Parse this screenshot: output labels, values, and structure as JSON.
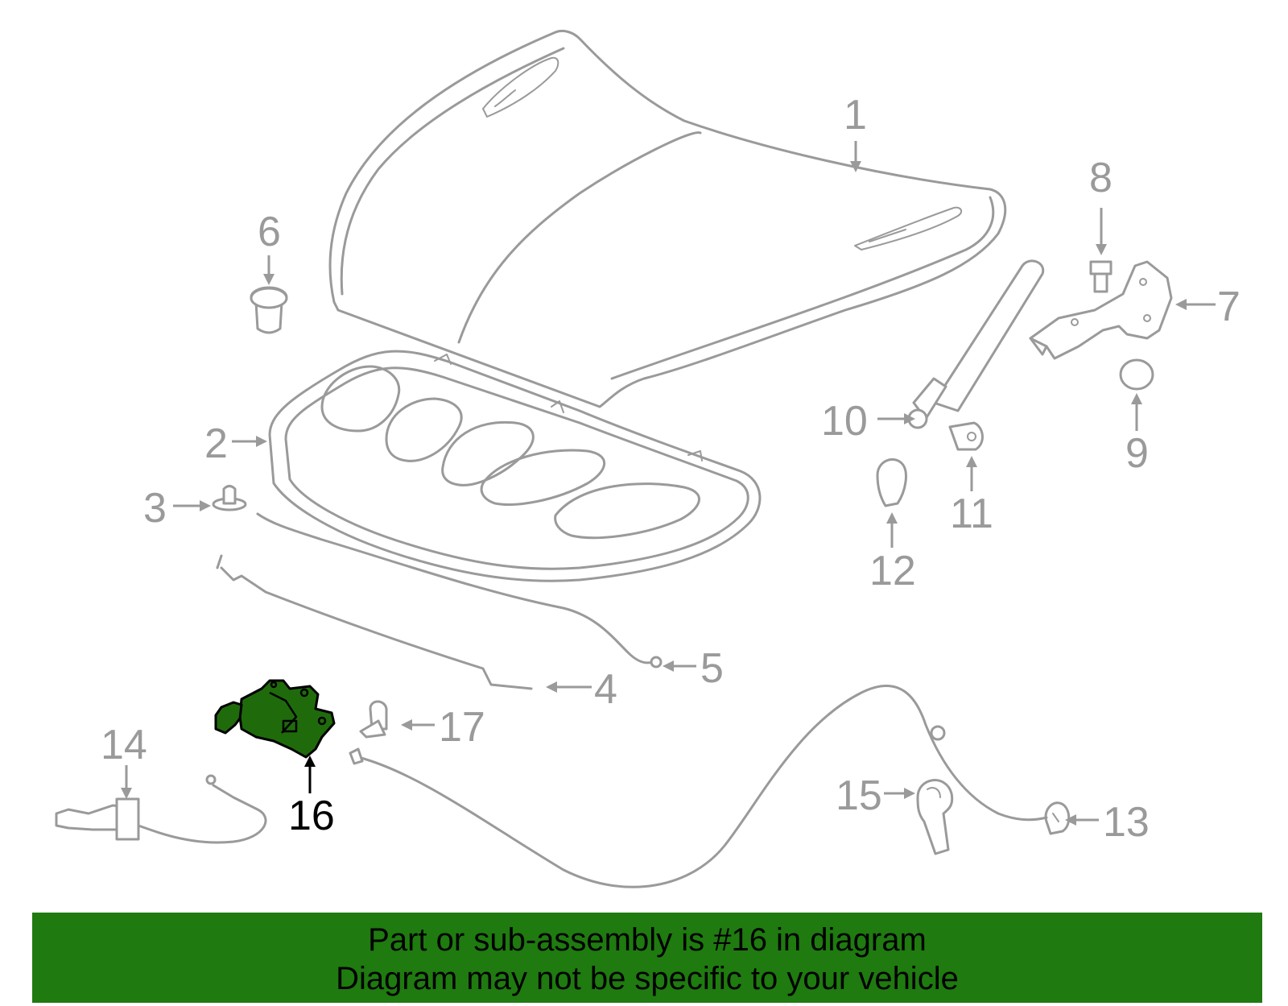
{
  "callouts": [
    "1",
    "2",
    "3",
    "4",
    "5",
    "6",
    "7",
    "8",
    "9",
    "10",
    "11",
    "12",
    "13",
    "14",
    "15",
    "16",
    "17"
  ],
  "highlighted_part": "16",
  "highlight_color": "#1f7a10",
  "banner": {
    "line1": "Part or sub-assembly is #16 in diagram",
    "line2": "Diagram may not be specific to your vehicle",
    "background": "#1f7a10"
  }
}
